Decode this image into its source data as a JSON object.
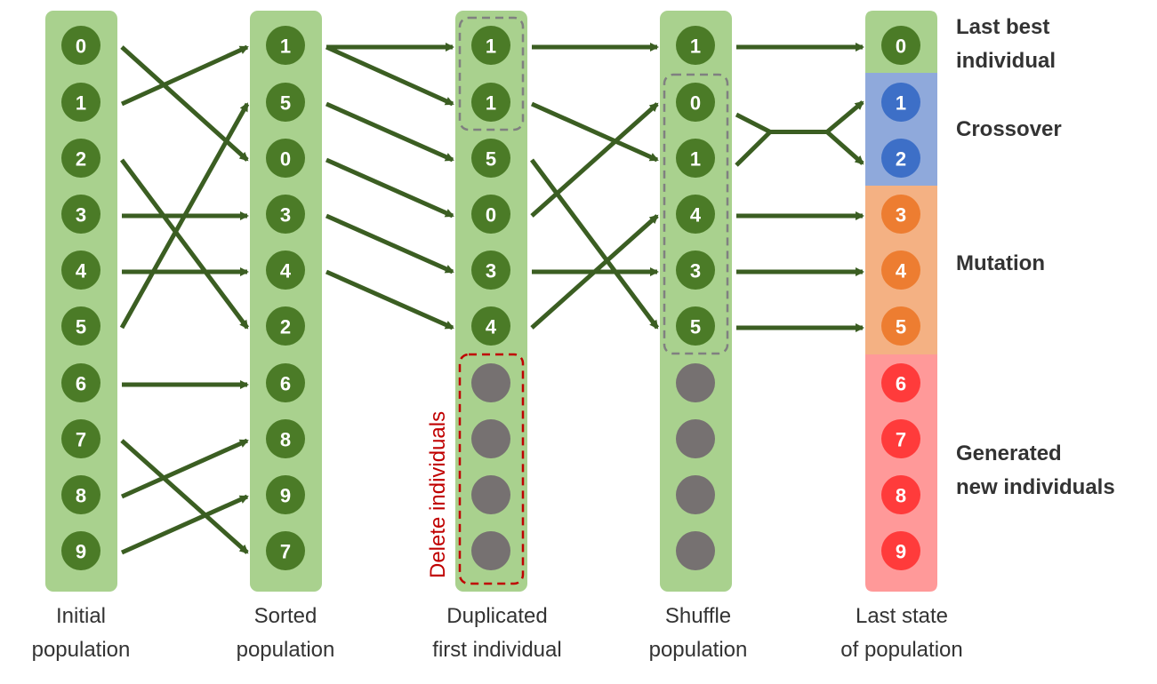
{
  "colors": {
    "column_bg": "#a9d18e",
    "node_green": "#4b7b27",
    "node_gray": "#767171",
    "arrow": "#3b5e22",
    "crossover_bg": "#8fa9db",
    "crossover_node": "#3d6fc7",
    "mutation_bg": "#f4b183",
    "mutation_node": "#ed7d31",
    "generated_bg": "#ff9999",
    "generated_node": "#ff3b3b",
    "dashed_gray": "#808080",
    "dashed_red": "#c00000"
  },
  "columns": [
    {
      "id": "initial",
      "label_line1": "Initial",
      "label_line2": "population",
      "nodes": [
        "0",
        "1",
        "2",
        "3",
        "4",
        "5",
        "6",
        "7",
        "8",
        "9"
      ]
    },
    {
      "id": "sorted",
      "label_line1": "Sorted",
      "label_line2": "population",
      "nodes": [
        "1",
        "5",
        "0",
        "3",
        "4",
        "2",
        "6",
        "8",
        "9",
        "7"
      ]
    },
    {
      "id": "duplicated",
      "label_line1": "Duplicated",
      "label_line2": "first individual",
      "nodes": [
        "1",
        "1",
        "5",
        "0",
        "3",
        "4",
        "",
        "",
        "",
        ""
      ]
    },
    {
      "id": "shuffle",
      "label_line1": "Shuffle",
      "label_line2": "population",
      "nodes": [
        "1",
        "0",
        "1",
        "4",
        "3",
        "5",
        "",
        "",
        "",
        ""
      ]
    },
    {
      "id": "last",
      "label_line1": "Last state",
      "label_line2": "of population",
      "nodes": [
        "0",
        "1",
        "2",
        "3",
        "4",
        "5",
        "6",
        "7",
        "8",
        "9"
      ]
    }
  ],
  "delete_label": "Delete individuals",
  "side_labels": {
    "best_line1": "Last best",
    "best_line2": "individual",
    "crossover": "Crossover",
    "mutation": "Mutation",
    "generated_line1": "Generated",
    "generated_line2": "new individuals"
  }
}
